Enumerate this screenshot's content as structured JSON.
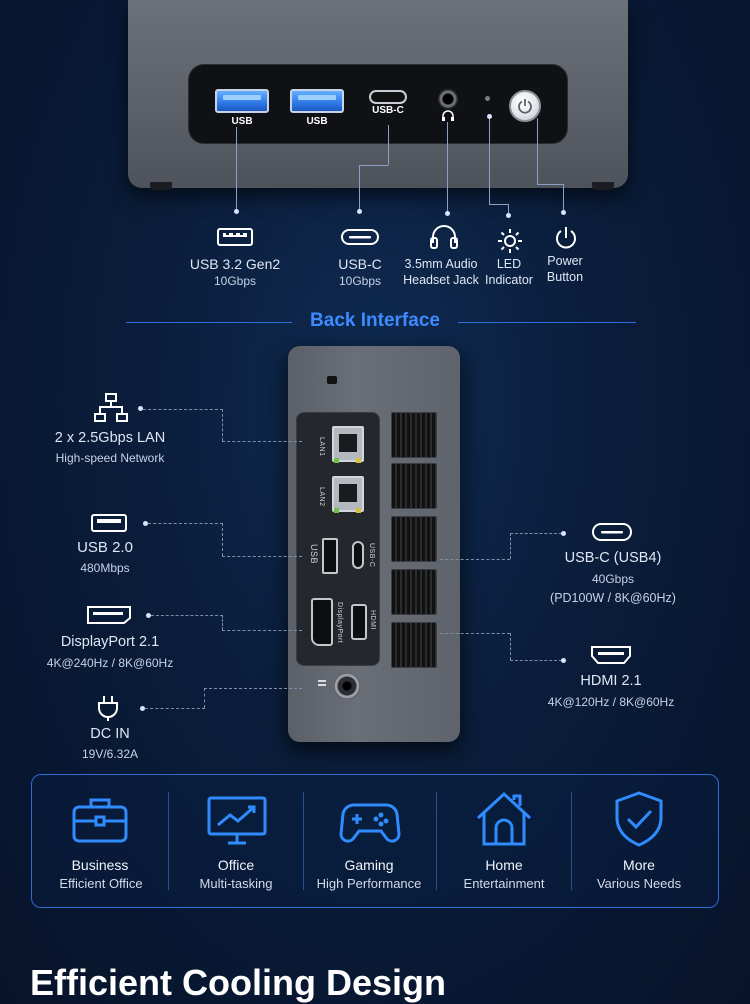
{
  "front_ports": {
    "usb1_label": "USB",
    "usb2_label": "USB",
    "usbc_label": "USB-C"
  },
  "front_callouts": [
    {
      "title": "USB 3.2 Gen2",
      "sub": "10Gbps",
      "icon": "usb-a-icon"
    },
    {
      "title": "USB-C",
      "sub": "10Gbps",
      "icon": "usb-c-icon"
    },
    {
      "title": "3.5mm Audio",
      "sub": "Headset Jack",
      "icon": "headset-icon"
    },
    {
      "title": "LED",
      "sub": "Indicator",
      "icon": "sun-icon"
    },
    {
      "title": "Power",
      "sub": "Button",
      "icon": "power-icon"
    }
  ],
  "section": {
    "title": "Back Interface"
  },
  "back_ports": {
    "lan1": "LAN1",
    "lan2": "LAN2",
    "usb": "USB",
    "usbc": "USB-C",
    "dp": "DisplayPort",
    "hdmi": "HDMI"
  },
  "back_callouts": {
    "lan": {
      "title": "2 x 2.5Gbps LAN",
      "sub": "High-speed Network",
      "icon": "network-icon"
    },
    "usb": {
      "title": "USB  2.0",
      "sub": "480Mbps",
      "icon": "usb-a-icon"
    },
    "dp": {
      "title": "DisplayPort 2.1",
      "sub": "4K@240Hz / 8K@60Hz",
      "icon": "displayport-icon"
    },
    "dc": {
      "title": "DC IN",
      "sub": "19V/6.32A",
      "icon": "dc-plug-icon"
    },
    "usbc": {
      "title": "USB-C (USB4)",
      "sub": "40Gbps",
      "sub2": "(PD100W  /  8K@60Hz)",
      "icon": "usb-c-icon"
    },
    "hdmi": {
      "title": "HDMI 2.1",
      "sub": "4K@120Hz / 8K@60Hz",
      "icon": "hdmi-icon"
    }
  },
  "use_cases": [
    {
      "title": "Business",
      "sub": "Efficient Office",
      "icon": "briefcase-icon"
    },
    {
      "title": "Office",
      "sub": "Multi-tasking",
      "icon": "monitor-chart-icon"
    },
    {
      "title": "Gaming",
      "sub": "High Performance",
      "icon": "gamepad-icon"
    },
    {
      "title": "Home",
      "sub": "Entertainment",
      "icon": "home-icon"
    },
    {
      "title": "More",
      "sub": "Various Needs",
      "icon": "shield-check-icon"
    }
  ],
  "footer": {
    "title": "Efficient Cooling Design"
  },
  "colors": {
    "accent": "#3d8bff",
    "background": "#0a1d3a"
  }
}
